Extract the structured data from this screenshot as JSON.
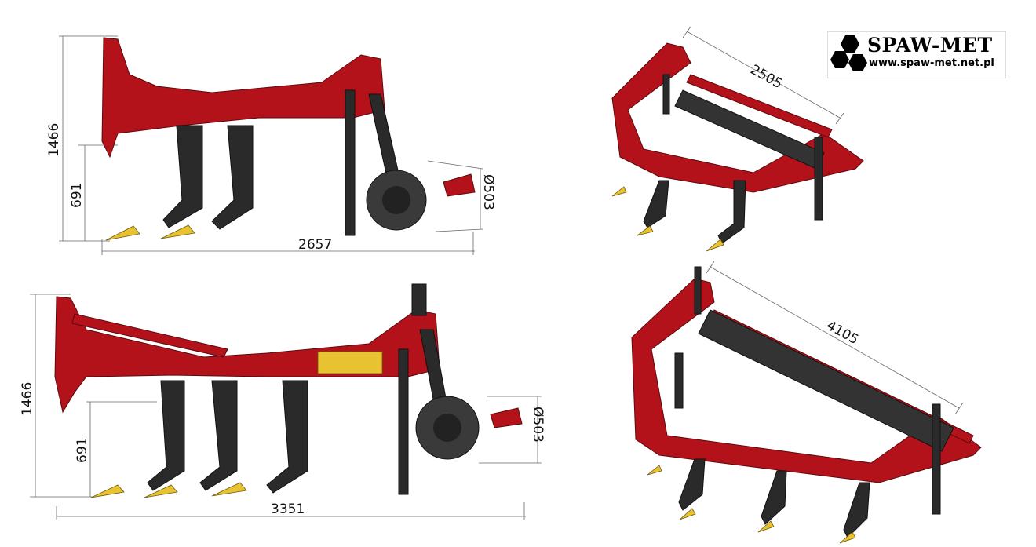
{
  "brand": {
    "name": "SPAW-MET",
    "url": "www.spaw-met.net.pl"
  },
  "views": {
    "side_3_tine": {
      "height": "1466",
      "tine_height": "691",
      "length": "2657",
      "roller_diameter": "Ø503"
    },
    "iso_3_tine": {
      "width": "2505"
    },
    "side_5_tine": {
      "height": "1466",
      "tine_height": "691",
      "length": "3351",
      "roller_diameter": "Ø503"
    },
    "iso_5_tine": {
      "width": "4105"
    }
  },
  "colors": {
    "frame": "#b3121b",
    "tines": "#2a2a2a",
    "tips": "#e8c230"
  }
}
